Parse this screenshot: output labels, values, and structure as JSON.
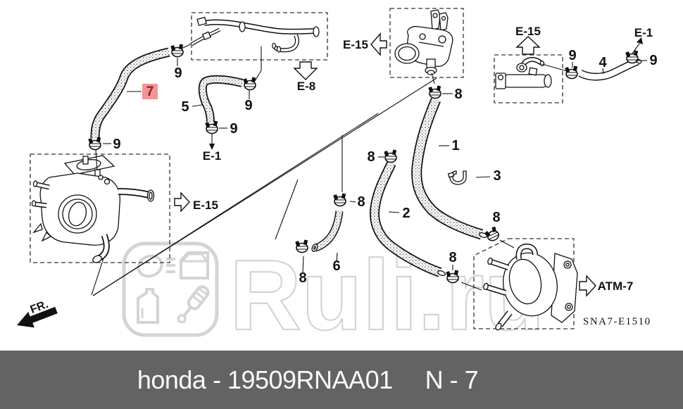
{
  "watermark": {
    "text": "Ruli.ru"
  },
  "footer": {
    "left_text": "honda - 19509RNAA01",
    "right_text": "N - 7",
    "bg": "#636363",
    "fg": "#fafafa"
  },
  "diagram": {
    "code": "SNA7-E1510",
    "front_label": "FR.",
    "highlight": {
      "text": "7",
      "bg": "#f19595",
      "fg": "#8b1c1c"
    },
    "callouts": [
      {
        "text": "9"
      },
      {
        "text": "9"
      },
      {
        "text": "5"
      },
      {
        "text": "9"
      },
      {
        "text": "9"
      },
      {
        "text": "8"
      },
      {
        "text": "8"
      },
      {
        "text": "1"
      },
      {
        "text": "3"
      },
      {
        "text": "8"
      },
      {
        "text": "6"
      },
      {
        "text": "8"
      },
      {
        "text": "2"
      },
      {
        "text": "8"
      },
      {
        "text": "8"
      },
      {
        "text": "9"
      },
      {
        "text": "4"
      },
      {
        "text": "9"
      }
    ],
    "refs": [
      {
        "text": "E-8"
      },
      {
        "text": "E-15"
      },
      {
        "text": "E-15"
      },
      {
        "text": "E-1"
      },
      {
        "text": "E-1"
      },
      {
        "text": "E-15"
      },
      {
        "text": "ATM-7"
      }
    ]
  }
}
